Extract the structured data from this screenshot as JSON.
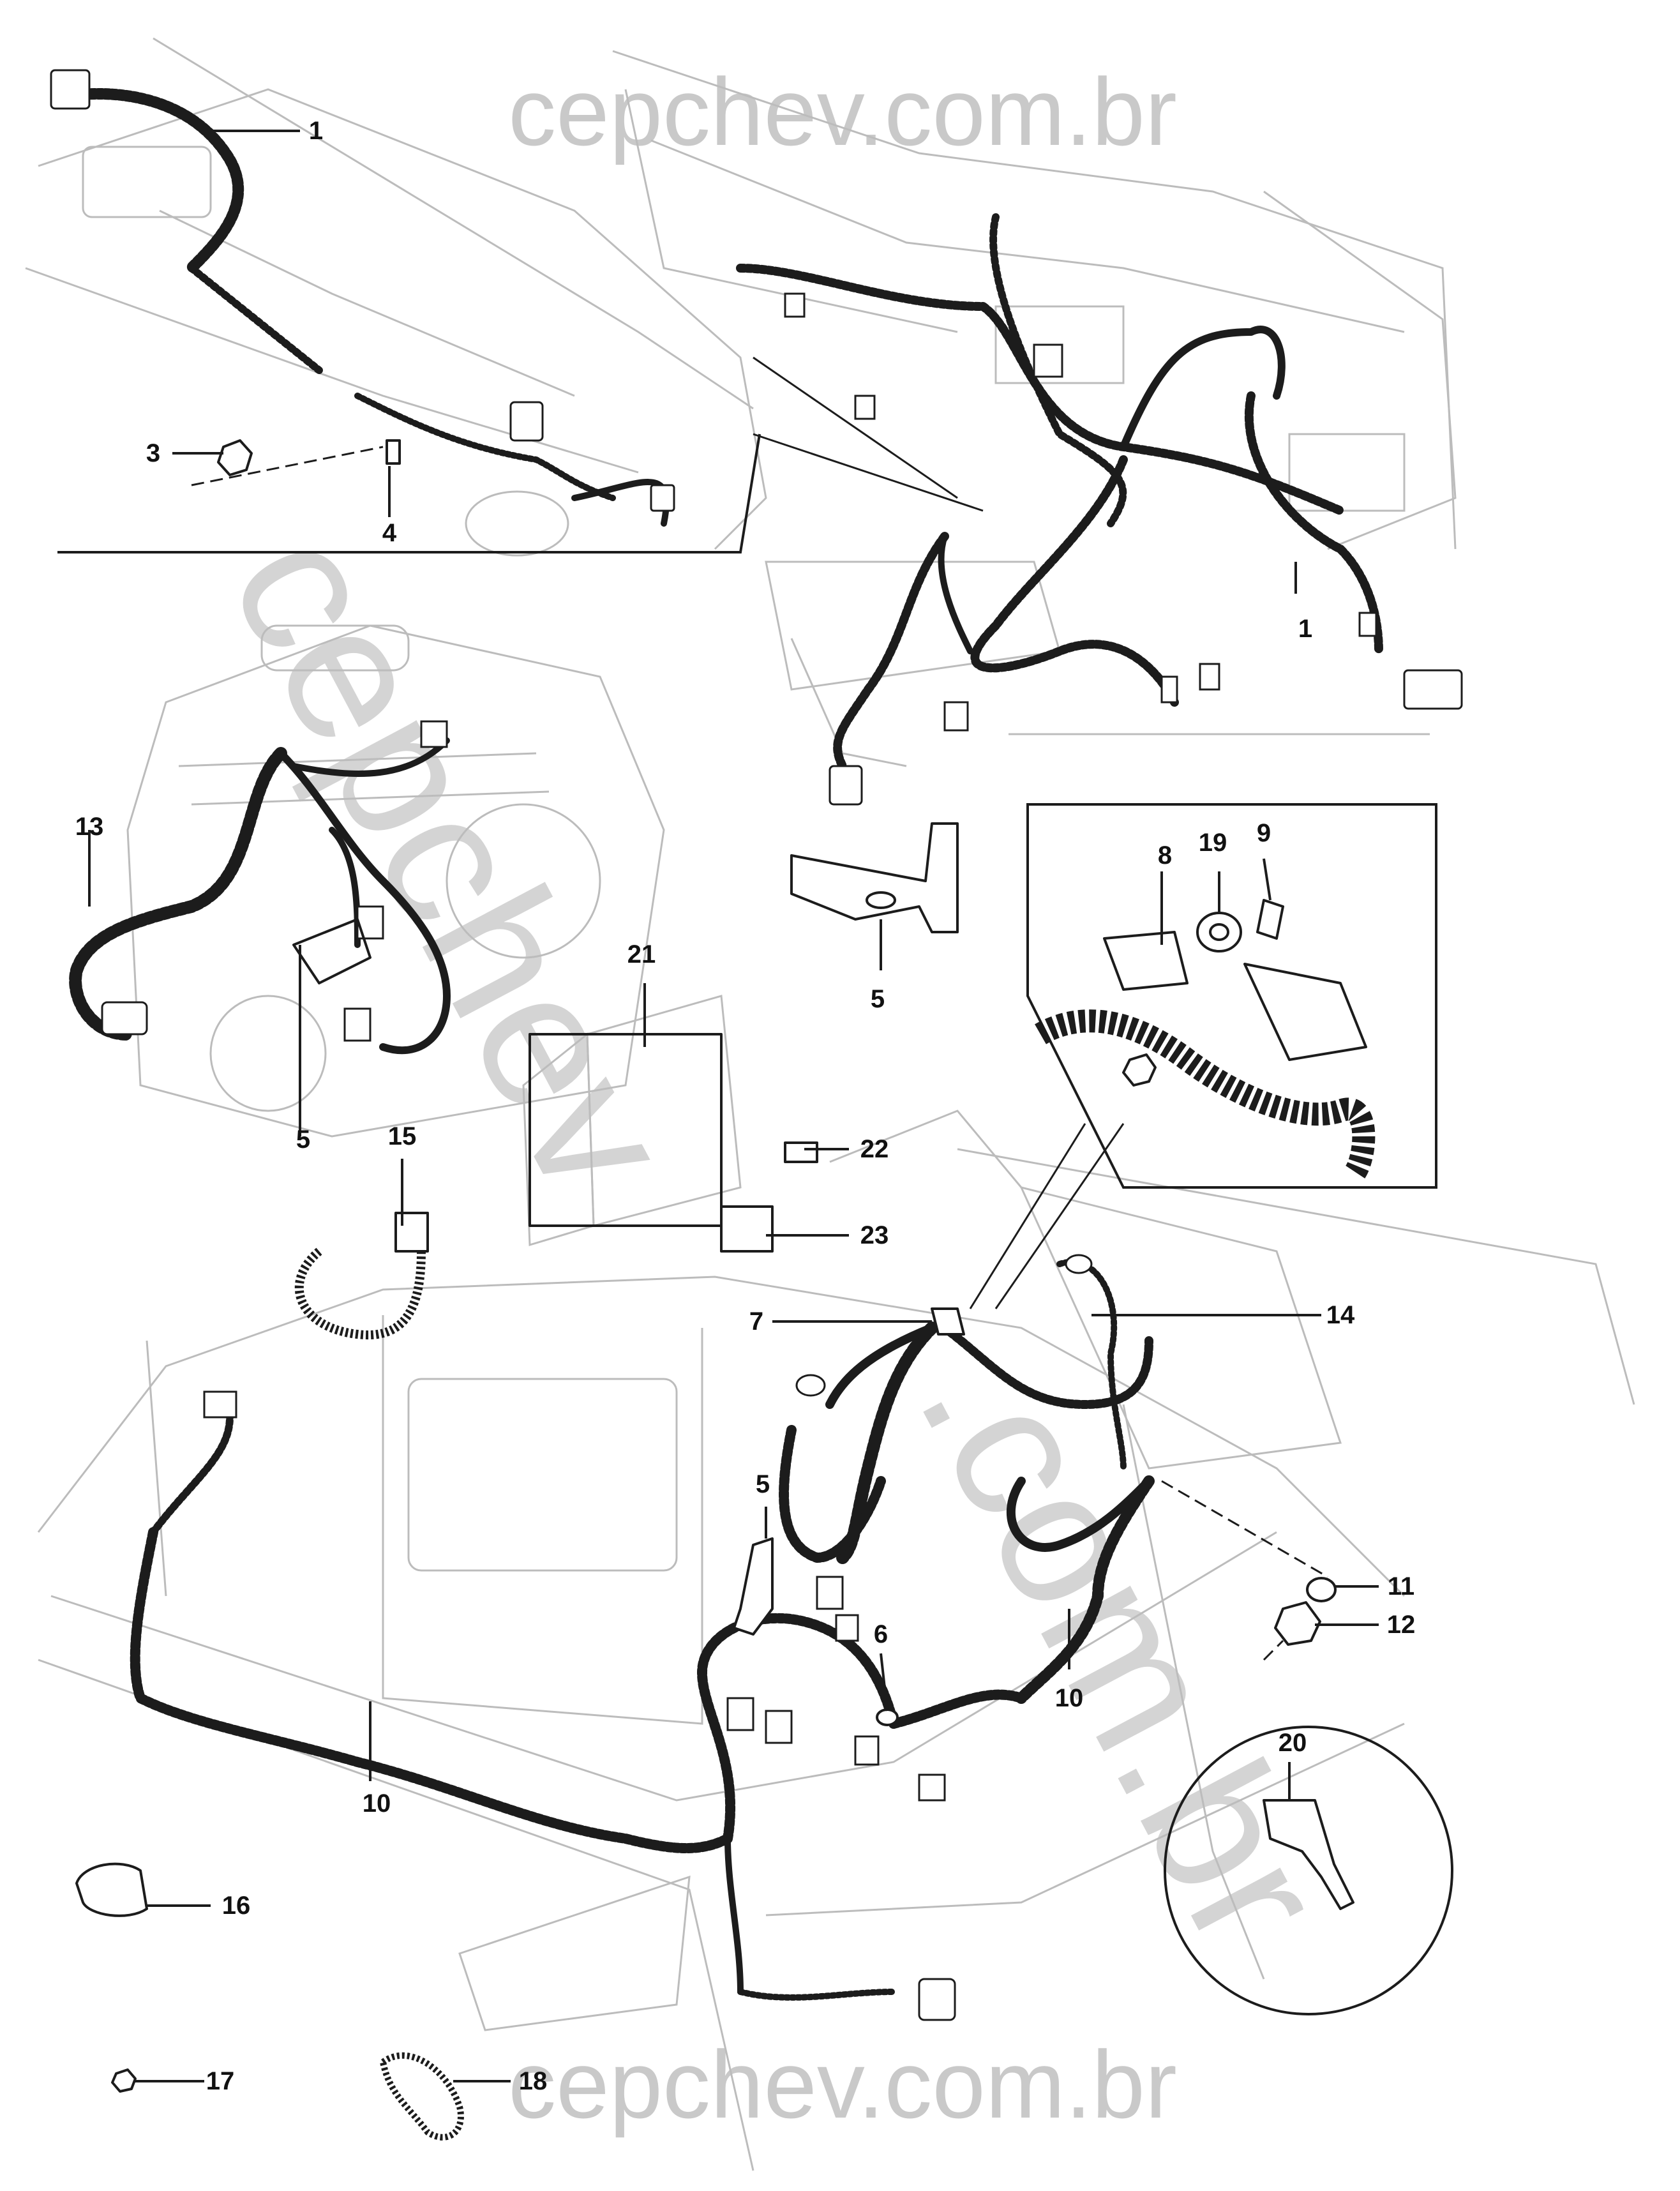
{
  "watermark": {
    "top": "cepchev.com.br",
    "bottom": "cepchev.com.br",
    "diagonal_1": "cepchev",
    "diagonal_2": ".com.br"
  },
  "callouts": [
    "1",
    "3",
    "4",
    "1",
    "13",
    "5",
    "21",
    "5",
    "8",
    "19",
    "9",
    "22",
    "23",
    "15",
    "7",
    "14",
    "5",
    "11",
    "12",
    "6",
    "10",
    "16",
    "10",
    "20",
    "17",
    "18"
  ],
  "colors": {
    "line": "#222222",
    "ghost": "#b9b9b9",
    "watermark": "#c9c9c9"
  }
}
